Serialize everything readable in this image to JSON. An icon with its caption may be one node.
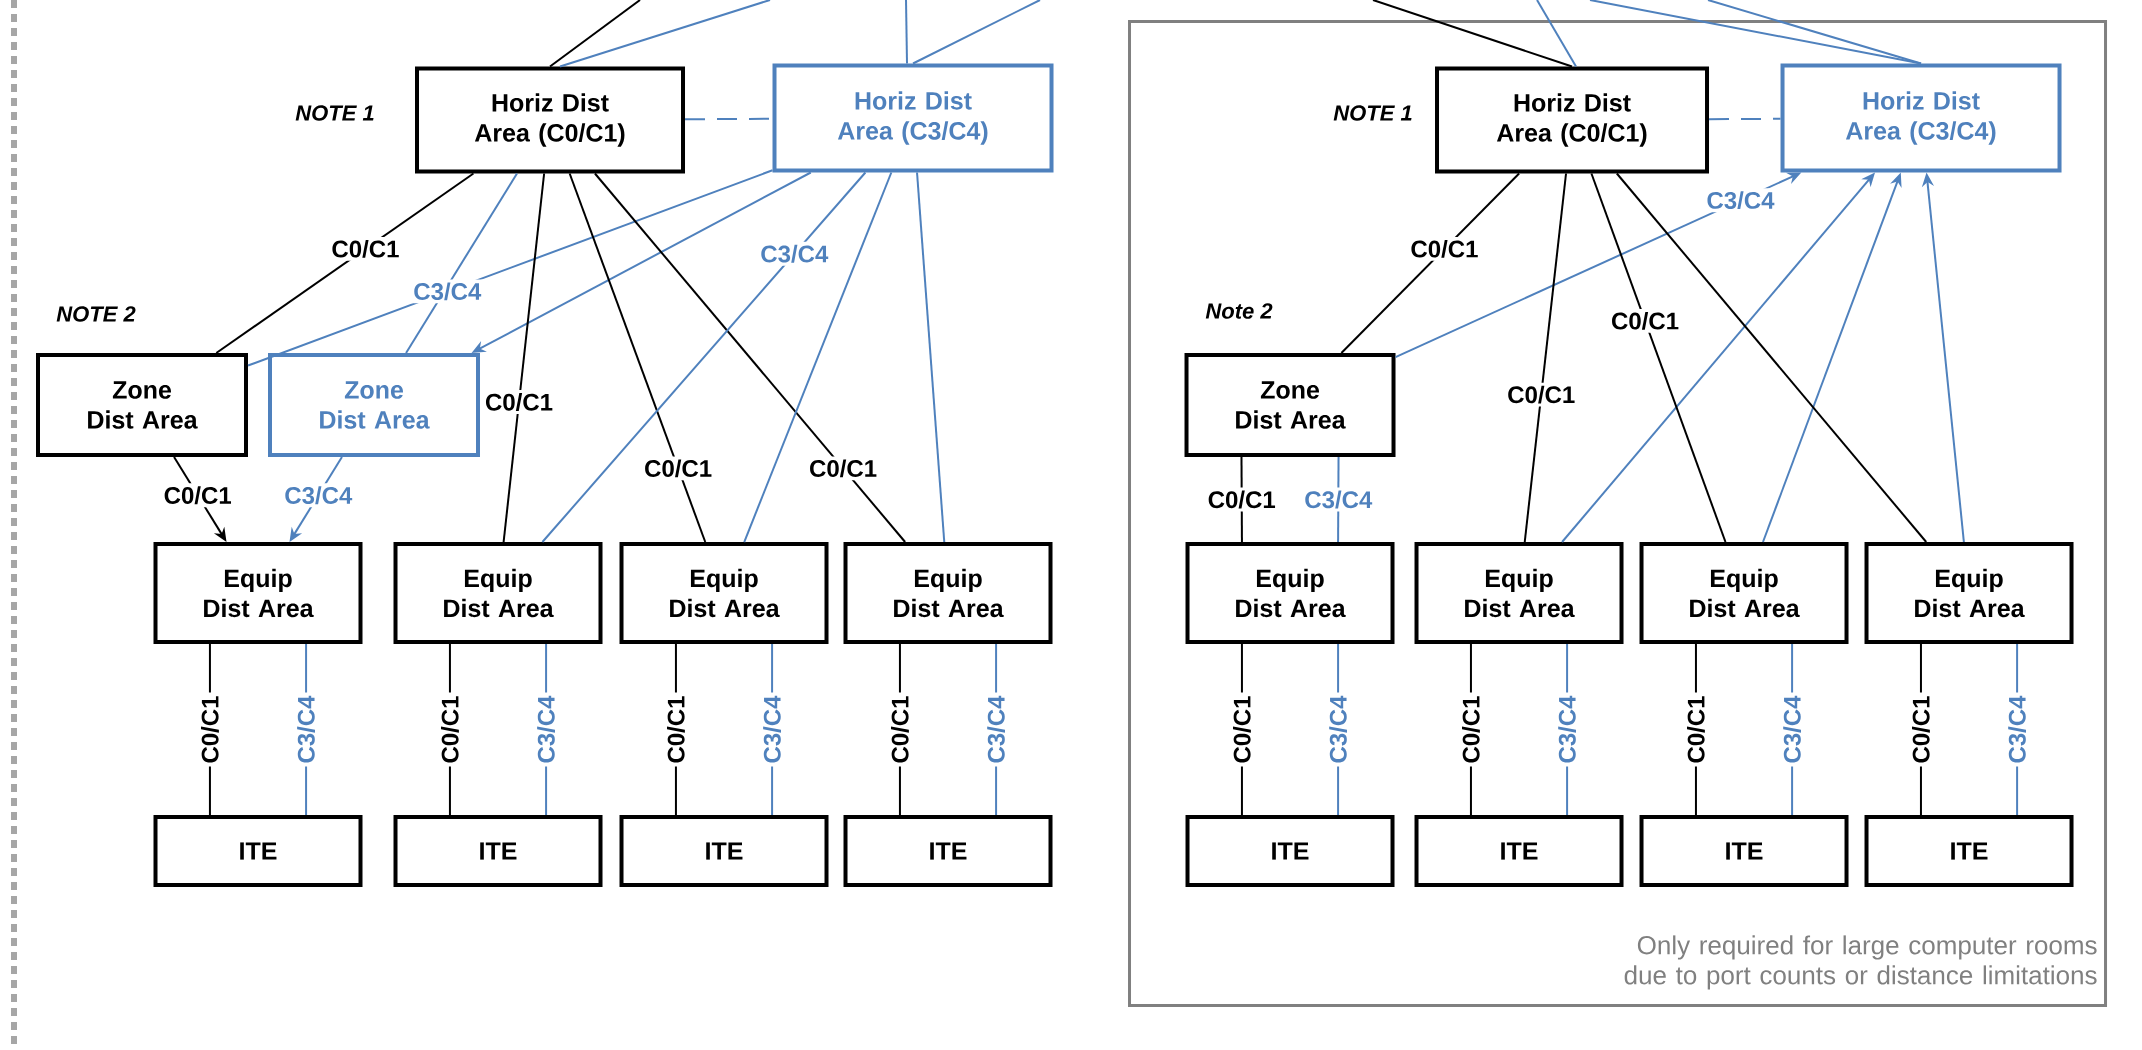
{
  "diagram": {
    "nodes": [
      {
        "text": [
          "Horiz Dist Area (C0/C1)"
        ]
      },
      {
        "text": [
          "Horiz Dist Area (C3/C4)"
        ]
      },
      {
        "text": [
          "Zone Dist Area"
        ]
      },
      {
        "text": [
          "Zone Dist Area"
        ]
      },
      {
        "text": [
          "Equip Dist Area"
        ]
      },
      {
        "text": [
          "Equip Dist Area"
        ]
      },
      {
        "text": [
          "Equip Dist Area"
        ]
      },
      {
        "text": [
          "Equip Dist Area"
        ]
      },
      {
        "text": [
          "ITE"
        ]
      },
      {
        "text": [
          "ITE"
        ]
      },
      {
        "text": [
          "ITE"
        ]
      },
      {
        "text": [
          "ITE"
        ]
      },
      {
        "text": [
          "Only required for large computer rooms due to port counts or distance limitations"
        ]
      },
      {
        "text": [
          "Horiz Dist Area (C0/C1)"
        ],
        "in": 12
      },
      {
        "text": [
          "Horiz Dist Area (C3/C4)"
        ],
        "in": 12
      },
      {
        "text": [
          "Zone Dist Area"
        ],
        "in": 12
      },
      {
        "text": [
          "Equip Dist Area"
        ],
        "in": 12
      },
      {
        "text": [
          "Equip Dist Area"
        ],
        "in": 12
      },
      {
        "text": [
          "Equip Dist Area"
        ],
        "in": 12
      },
      {
        "text": [
          "Equip Dist Area"
        ],
        "in": 12
      },
      {
        "text": [
          "ITE"
        ],
        "in": 12
      },
      {
        "text": [
          "ITE"
        ],
        "in": 12
      },
      {
        "text": [
          "ITE"
        ],
        "in": 12
      },
      {
        "text": [
          "ITE"
        ],
        "in": 12
      }
    ],
    "edges": [
      {
        "from": null,
        "to": 0,
        "arrow": "none",
        "color": "#000000"
      },
      {
        "from": null,
        "to": 0,
        "arrow": "none"
      },
      {
        "from": null,
        "to": 1,
        "arrow": "none"
      },
      {
        "from": null,
        "to": 1,
        "arrow": "none"
      },
      {
        "from": 0,
        "to": 1,
        "arrow": "none",
        "style": "dashed"
      },
      {
        "from": 0,
        "to": 2,
        "arrow": "none",
        "label": "C0/C1",
        "color": "#000000"
      },
      {
        "from": 1,
        "to": 2,
        "arrow": "none",
        "label": "C3/C4"
      },
      {
        "from": 0,
        "to": 3,
        "arrow": "none"
      },
      {
        "from": 1,
        "to": 3,
        "arrow": "to"
      },
      {
        "from": 0,
        "to": 5,
        "arrow": "none",
        "label": "C0/C1",
        "color": "#000000"
      },
      {
        "from": 0,
        "to": 6,
        "arrow": "none",
        "label": "C0/C1",
        "color": "#000000"
      },
      {
        "from": 0,
        "to": 7,
        "arrow": "none",
        "label": "C0/C1",
        "color": "#000000"
      },
      {
        "from": 1,
        "to": 5,
        "arrow": "none",
        "label": "C3/C4"
      },
      {
        "from": 1,
        "to": 6,
        "arrow": "none"
      },
      {
        "from": 1,
        "to": 7,
        "arrow": "none"
      },
      {
        "from": 2,
        "to": 4,
        "arrow": "to",
        "label": "C0/C1",
        "color": "#000000"
      },
      {
        "from": 3,
        "to": 4,
        "arrow": "to",
        "label": "C3/C4"
      },
      {
        "from": 4,
        "to": 8,
        "arrow": "none",
        "label": "C0/C1",
        "color": "#000000"
      },
      {
        "from": 4,
        "to": 8,
        "arrow": "none",
        "label": "C3/C4"
      },
      {
        "from": 5,
        "to": 9,
        "arrow": "none",
        "label": "C0/C1",
        "color": "#000000"
      },
      {
        "from": 5,
        "to": 9,
        "arrow": "none",
        "label": "C3/C4"
      },
      {
        "from": 6,
        "to": 10,
        "arrow": "none",
        "label": "C0/C1",
        "color": "#000000"
      },
      {
        "from": 6,
        "to": 10,
        "arrow": "none",
        "label": "C3/C4"
      },
      {
        "from": 7,
        "to": 11,
        "arrow": "none",
        "label": "C0/C1",
        "color": "#000000"
      },
      {
        "from": 7,
        "to": 11,
        "arrow": "none",
        "label": "C3/C4"
      },
      {
        "from": null,
        "to": 13,
        "arrow": "none",
        "color": "#000000"
      },
      {
        "from": null,
        "to": 13,
        "arrow": "none"
      },
      {
        "from": null,
        "to": 14,
        "arrow": "none"
      },
      {
        "from": null,
        "to": 14,
        "arrow": "none"
      },
      {
        "from": 13,
        "to": 14,
        "arrow": "none",
        "style": "dashed"
      },
      {
        "from": 13,
        "to": 15,
        "arrow": "none",
        "label": "C0/C1",
        "color": "#000000"
      },
      {
        "from": 15,
        "to": 14,
        "arrow": "to",
        "label": "C3/C4"
      },
      {
        "from": 17,
        "to": 14,
        "arrow": "to"
      },
      {
        "from": 18,
        "to": 14,
        "arrow": "to"
      },
      {
        "from": 19,
        "to": 14,
        "arrow": "to"
      },
      {
        "from": 13,
        "to": 17,
        "arrow": "none",
        "label": "C0/C1",
        "color": "#000000"
      },
      {
        "from": 13,
        "to": 18,
        "arrow": "none",
        "label": "C0/C1",
        "color": "#000000"
      },
      {
        "from": 13,
        "to": 19,
        "arrow": "none",
        "color": "#000000"
      },
      {
        "from": 15,
        "to": 16,
        "arrow": "none",
        "label": "C0/C1",
        "color": "#000000"
      },
      {
        "from": 15,
        "to": 16,
        "arrow": "none",
        "label": "C3/C4"
      },
      {
        "from": 16,
        "to": 20,
        "arrow": "none",
        "label": "C0/C1",
        "color": "#000000"
      },
      {
        "from": 16,
        "to": 20,
        "arrow": "none",
        "label": "C3/C4"
      },
      {
        "from": 17,
        "to": 21,
        "arrow": "none",
        "label": "C0/C1",
        "color": "#000000"
      },
      {
        "from": 17,
        "to": 21,
        "arrow": "none",
        "label": "C3/C4"
      },
      {
        "from": 18,
        "to": 22,
        "arrow": "none",
        "label": "C0/C1",
        "color": "#000000"
      },
      {
        "from": 18,
        "to": 22,
        "arrow": "none",
        "label": "C3/C4"
      },
      {
        "from": 19,
        "to": 23,
        "arrow": "none",
        "label": "C0/C1",
        "color": "#000000"
      },
      {
        "from": 19,
        "to": 23,
        "arrow": "none",
        "label": "C3/C4"
      }
    ],
    "labels": [
      "NOTE 1",
      "NOTE 2",
      "NOTE 1",
      "Note 2"
    ]
  }
}
